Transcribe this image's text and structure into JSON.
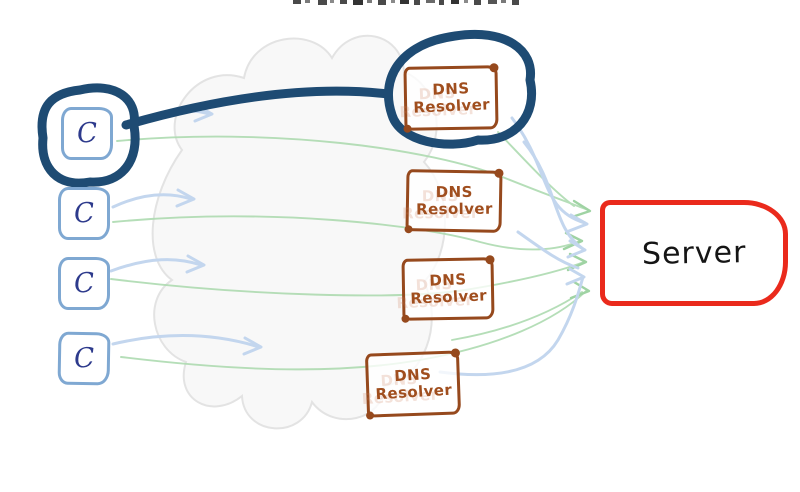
{
  "diagram": {
    "description": "Hand-drawn DNS load balancing diagram: clients query DNS resolvers through a network cloud, resolvers direct traffic to a server",
    "clients": [
      {
        "label": "C"
      },
      {
        "label": "C"
      },
      {
        "label": "C"
      },
      {
        "label": "C"
      }
    ],
    "resolvers": [
      {
        "line1": "DNS",
        "line2": "Resolver"
      },
      {
        "line1": "DNS",
        "line2": "Resolver"
      },
      {
        "line1": "DNS",
        "line2": "Resolver"
      },
      {
        "line1": "DNS",
        "line2": "Resolver"
      }
    ],
    "server": {
      "label": "Server"
    },
    "colors": {
      "client_box": "#7fa8d2",
      "client_letter": "#2d3a8c",
      "resolver_box": "#96491d",
      "resolver_text": "#a04e1e",
      "server_border": "#ea2a1c",
      "server_text": "#151515",
      "highlight_loop": "#1e4b73",
      "flow_green": "#aedbb1",
      "flow_blue": "#c3d6ee",
      "cloud_fill": "#f7f7f7",
      "cloud_stroke": "#e3e3e3"
    }
  }
}
